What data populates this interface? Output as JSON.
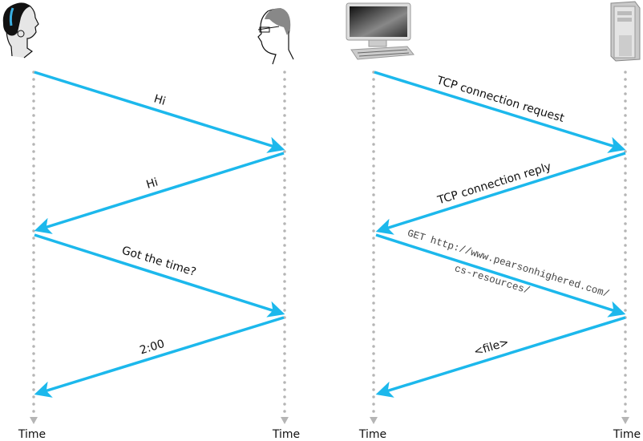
{
  "colors": {
    "arrow": "#1cb8ec",
    "timeline": "#b5b5b5"
  },
  "left_diagram": {
    "participants": [
      {
        "icon": "woman-icon"
      },
      {
        "icon": "man-icon"
      }
    ],
    "messages": [
      "Hi",
      "Hi",
      "Got the time?",
      "2:00"
    ],
    "time_labels": [
      "Time",
      "Time"
    ]
  },
  "right_diagram": {
    "participants": [
      {
        "icon": "desktop-computer-icon"
      },
      {
        "icon": "server-icon"
      }
    ],
    "messages": [
      "TCP connection request",
      "TCP connection reply",
      "<file>"
    ],
    "get_request": {
      "line1": "GET http://www.pearsonhighered.com/",
      "line2": "cs-resources/"
    },
    "time_labels": [
      "Time",
      "Time"
    ]
  }
}
